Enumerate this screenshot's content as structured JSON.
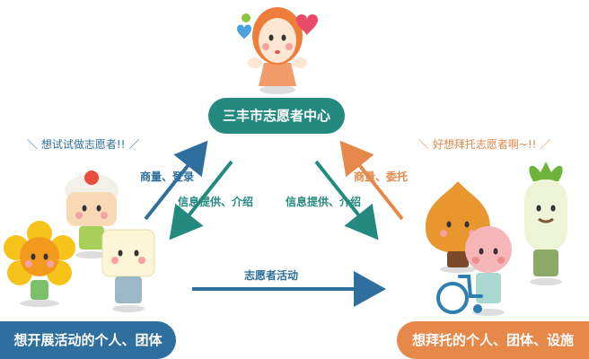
{
  "center_node": {
    "label": "三丰市志愿者中心"
  },
  "left_node": {
    "label": "想开展活动的个人、团体",
    "caption": "＼ 想试试做志愿者!! ／"
  },
  "right_node": {
    "label": "想拜托的个人、团体、设施",
    "caption": "＼ 好想拜托志愿者啊~!! ／"
  },
  "edges": {
    "left_to_center": "商量、登录",
    "center_to_left": "信息提供、介绍",
    "center_to_right": "信息提供、介绍",
    "right_to_center": "商量、委托",
    "left_to_right": "志愿者活动"
  },
  "colors": {
    "blue": "#2f6f9d",
    "teal": "#24897f",
    "orange": "#e5884a"
  },
  "icons": [
    "mascot-girl-icon",
    "flower-character-icon",
    "cupcake-character-icon",
    "tofu-character-icon",
    "onion-character-icon",
    "radish-character-icon",
    "pink-character-icon",
    "wheelchair-icon"
  ]
}
